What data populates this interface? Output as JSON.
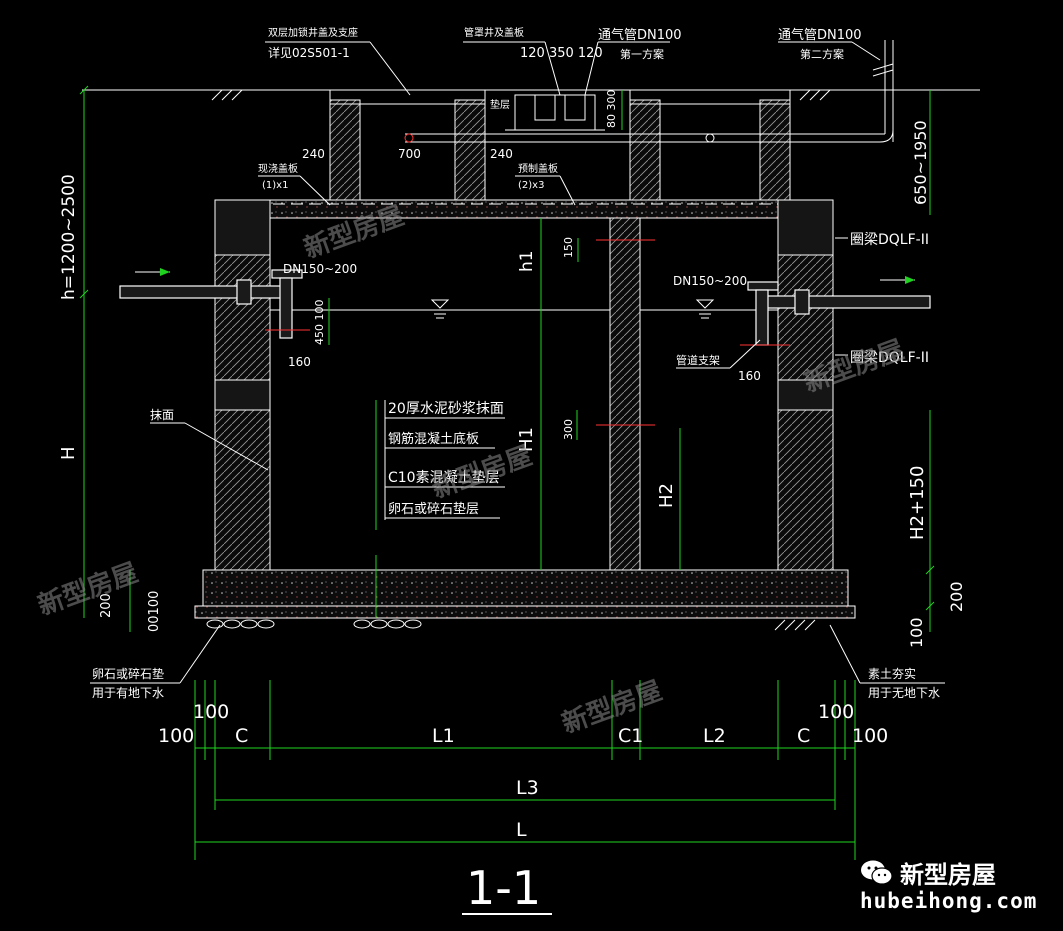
{
  "labels": {
    "double_cover": "双层加锁井盖及支座",
    "cover_ref": "详见02S501-1",
    "pipe_well": "管罩井及盖板",
    "vent_pipe_1": "通气管DN100",
    "scheme_1": "第一方案",
    "vent_pipe_2": "通气管DN100",
    "scheme_2": "第二方案",
    "cushion": "垫层",
    "cast_slab": "现浇盖板",
    "cast_slab_qty": "(1)x1",
    "precast_slab": "预制盖板",
    "precast_slab_qty": "(2)x3",
    "ring_beam_1": "圈梁DQLF-II",
    "ring_beam_2": "圈梁DQLF-II",
    "pipe_in": "DN150~200",
    "pipe_out": "DN150~200",
    "pipe_support": "管道支架",
    "plaster": "抹面",
    "layer_1": "20厚水泥砂浆抹面",
    "layer_2": "钢筋混凝土底板",
    "layer_3": "C10素混凝土垫层",
    "layer_4": "卵石或碎石垫层",
    "gravel_note_1": "卵石或碎石垫",
    "gravel_note_2": "用于有地下水",
    "soil_note_1": "素土夯实",
    "soil_note_2": "用于无地下水",
    "section_title": "1-1"
  },
  "dims": {
    "h_range": "h=1200~2500",
    "depth_range": "650~1950",
    "H": "H",
    "h1": "h1",
    "H1": "H1",
    "H2": "H2",
    "H2_150": "H2+150",
    "d_120_350_120": "120 350 120",
    "d_80_300": "80 300",
    "d_240_a": "240",
    "d_240_b": "240",
    "d_700": "700",
    "d_150": "150",
    "d_450_100": "450 100",
    "d_160_a": "160",
    "d_160_b": "160",
    "d_300": "300",
    "d_200_left": "200",
    "d_100_left": "00100",
    "d_200_right": "200",
    "d_100_right": "100",
    "b_100_a": "100",
    "b_100_b": "100",
    "b_C_a": "C",
    "b_L1": "L1",
    "b_C1": "C1",
    "b_L2": "L2",
    "b_C_b": "C",
    "b_100_c": "100",
    "b_100_d": "100",
    "b_L3": "L3",
    "b_L": "L"
  },
  "watermark": "新型房屋",
  "badge": {
    "icon": "wechat-icon",
    "name": "新型房屋",
    "url": "hubeihong.com"
  },
  "colors": {
    "background": "#000000",
    "lines": "#ffffff",
    "dimension": "#21d321",
    "accent": "#ff3333"
  }
}
